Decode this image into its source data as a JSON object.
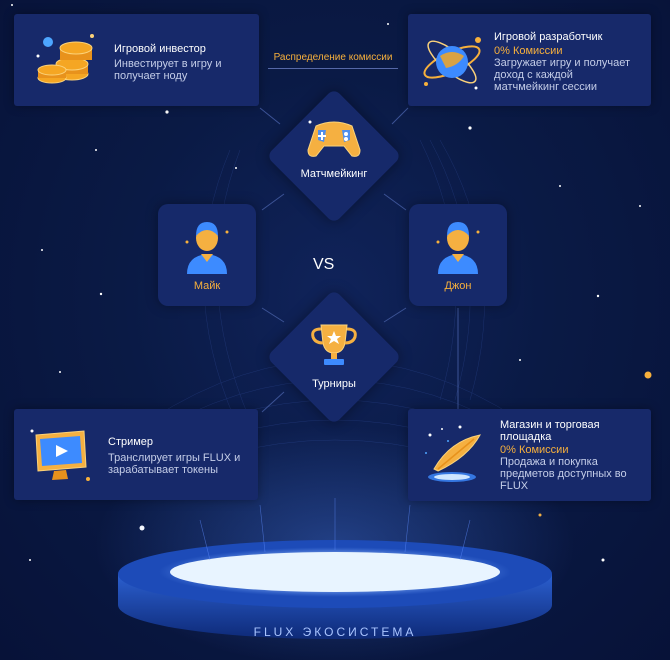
{
  "colors": {
    "background": "#0a1a45",
    "card": "#17296a",
    "accent": "#f7b03c",
    "text": "#ffffff"
  },
  "commission_label": "Распределение комиссии",
  "investor": {
    "title": "Игровой инвестор",
    "desc": "Инвестирует в игру и получает ноду",
    "icon": "coins-icon"
  },
  "developer": {
    "title": "Игровой разработчик",
    "commission": "0% Комиссии",
    "desc": "Загружает игру и получает доход с каждой матчмейкинг сессии",
    "icon": "planet-icon"
  },
  "matchmaking": {
    "label": "Матчмейкинг",
    "icon": "gamepad-icon"
  },
  "player_left": {
    "name": "Майк",
    "icon": "player-icon"
  },
  "player_right": {
    "name": "Джон",
    "icon": "player-icon"
  },
  "vs": "VS",
  "tournaments": {
    "label": "Турниры",
    "icon": "trophy-icon"
  },
  "streamer": {
    "title": "Стример",
    "desc": "Транслирует игры FLUX и зарабатывает токены",
    "icon": "monitor-icon"
  },
  "marketplace": {
    "title": "Магазин и торговая площадка",
    "commission": "0% Комиссии",
    "desc": "Продажа и покупка предметов доступных во FLUX",
    "icon": "feather-icon"
  },
  "ecosystem_label": "FLUX ЭКОСИСТЕМА"
}
